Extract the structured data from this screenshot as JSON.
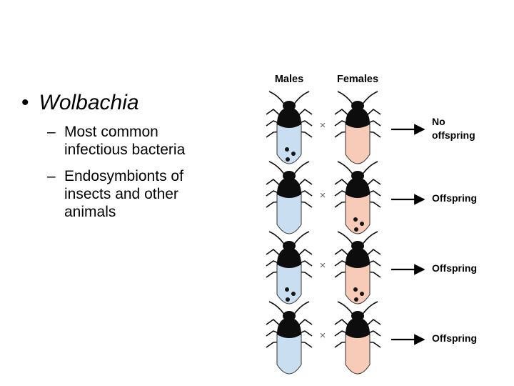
{
  "slide": {
    "bullet_symbol": "•",
    "title_term": "Wolbachia",
    "subpoints": [
      {
        "dash": "–",
        "text": "Most common infectious bacteria"
      },
      {
        "dash": "–",
        "text": "Endosymbionts of insects and other animals"
      }
    ]
  },
  "diagram": {
    "header_males": "Males",
    "header_females": "Females",
    "cross_symbol": "×",
    "colors": {
      "male_body": "#c9def0",
      "female_body": "#f8cab8",
      "insect_dark": "#0d0d0d",
      "bacteria": "#151515"
    },
    "crosses": [
      {
        "male_infected": true,
        "female_infected": false,
        "result": [
          "No",
          "offspring"
        ]
      },
      {
        "male_infected": false,
        "female_infected": true,
        "result": [
          "Offspring"
        ]
      },
      {
        "male_infected": true,
        "female_infected": true,
        "result": [
          "Offspring"
        ]
      },
      {
        "male_infected": false,
        "female_infected": false,
        "result": [
          "Offspring"
        ]
      }
    ]
  }
}
